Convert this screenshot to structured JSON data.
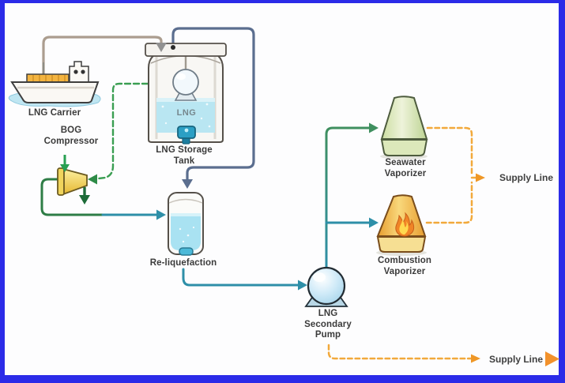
{
  "diagram": {
    "nodes": {
      "lng_carrier": {
        "label": "LNG Carrier"
      },
      "bog_compressor": {
        "label": "BOG\nCompressor"
      },
      "lng_storage_tank": {
        "label": "LNG Storage\nTank",
        "content_label": "LNG"
      },
      "re_liquefaction": {
        "label": "Re-liquefaction"
      },
      "lng_secondary_pump": {
        "label": "LNG\nSecondary\nPump"
      },
      "seawater_vaporizer": {
        "label": "Seawater\nVaporizer"
      },
      "combustion_vaporizer": {
        "label": "Combustion\nVaporizer"
      }
    },
    "outputs": {
      "supply_line_top": {
        "label": "Supply Line"
      },
      "supply_line_bottom": {
        "label": "Supply Line"
      }
    },
    "colors": {
      "frame_border": "#2b2be8",
      "pipe_steel_blue": "#5b6e8f",
      "pipe_tan": "#ab9d8f",
      "pipe_teal": "#2e8fa8",
      "pipe_green": "#2e7d46",
      "dashed_bog_green": "#3a9e52",
      "dashed_supply_orange": "#f2a93b",
      "label_text": "#3b3b3b"
    }
  }
}
